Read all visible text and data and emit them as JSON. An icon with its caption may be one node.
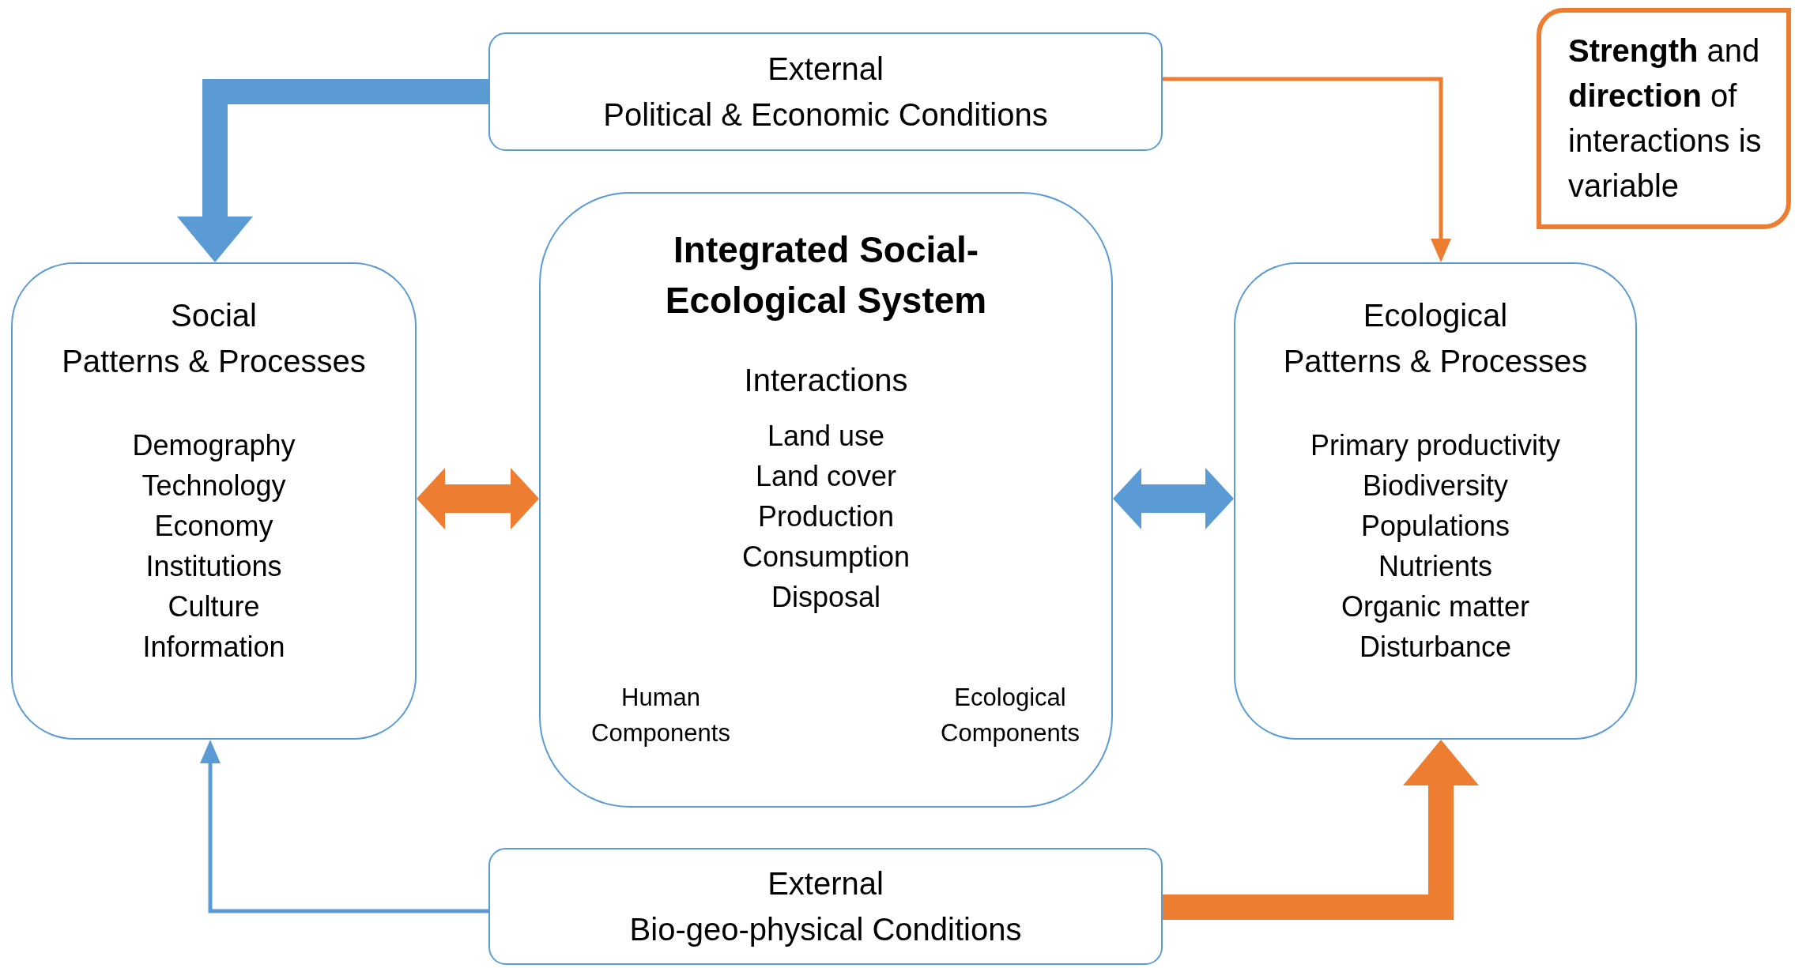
{
  "diagram": {
    "nodes": [
      {
        "text": [
          "External",
          "Political & Economic Conditions"
        ]
      },
      {
        "text": [
          "Social",
          "Patterns & Processes",
          "Demography",
          "Technology",
          "Economy",
          "Institutions",
          "Culture",
          "Information"
        ]
      },
      {
        "text": [
          "Integrated Social-Ecological System",
          "Interactions",
          "Land use",
          "Land cover",
          "Production",
          "Consumption",
          "Disposal",
          "Human Components",
          "Ecological Components"
        ]
      },
      {
        "text": [
          "Ecological",
          "Patterns & Processes",
          "Primary productivity",
          "Biodiversity",
          "Populations",
          "Nutrients",
          "Organic matter",
          "Disturbance"
        ]
      },
      {
        "text": [
          "External",
          "Bio-geo-physical Conditions"
        ]
      },
      {
        "text": [
          "**Strength** and **direction** of interactions is variable"
        ]
      }
    ],
    "edges": [
      {
        "from": 0,
        "to": 1,
        "arrow": "to",
        "color": "#5b9bd5"
      },
      {
        "from": 0,
        "to": 3,
        "arrow": "to",
        "color": "#ed7d31"
      },
      {
        "from": 1,
        "to": 2,
        "arrow": "both",
        "color": "#ed7d31"
      },
      {
        "from": 2,
        "to": 3,
        "arrow": "both",
        "color": "#5b9bd5"
      },
      {
        "from": 4,
        "to": 1,
        "arrow": "to",
        "color": "#5b9bd5"
      },
      {
        "from": 4,
        "to": 3,
        "arrow": "to",
        "color": "#ed7d31"
      }
    ]
  }
}
